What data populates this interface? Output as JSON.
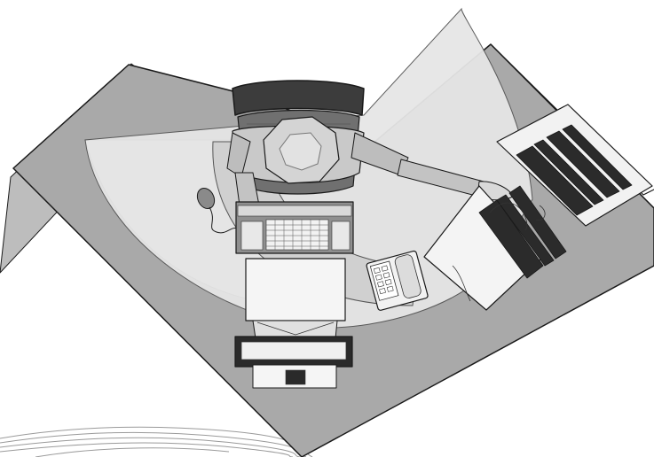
{
  "figure": {
    "subject": "top-down-workstation-reach-zones",
    "colors": {
      "background": "#ffffff",
      "desk": "#a9a9a9",
      "desk_edge": "#1a1a1a",
      "normal_reach_zone": "#d0d0d0",
      "maximum_reach_zone": "#e4e4e4",
      "chair": "#4a4a4a",
      "person": "#c9c9c9",
      "monitor": "#f5f5f5",
      "binders": "#2b2b2b",
      "wave_lines": "#9a9a9a"
    },
    "icons": [
      "desk-surface",
      "reach-zone-normal",
      "reach-zone-maximum",
      "office-chair",
      "seated-person",
      "keyboard",
      "mouse",
      "monitor",
      "telephone",
      "binder-rack",
      "document-tray"
    ]
  }
}
